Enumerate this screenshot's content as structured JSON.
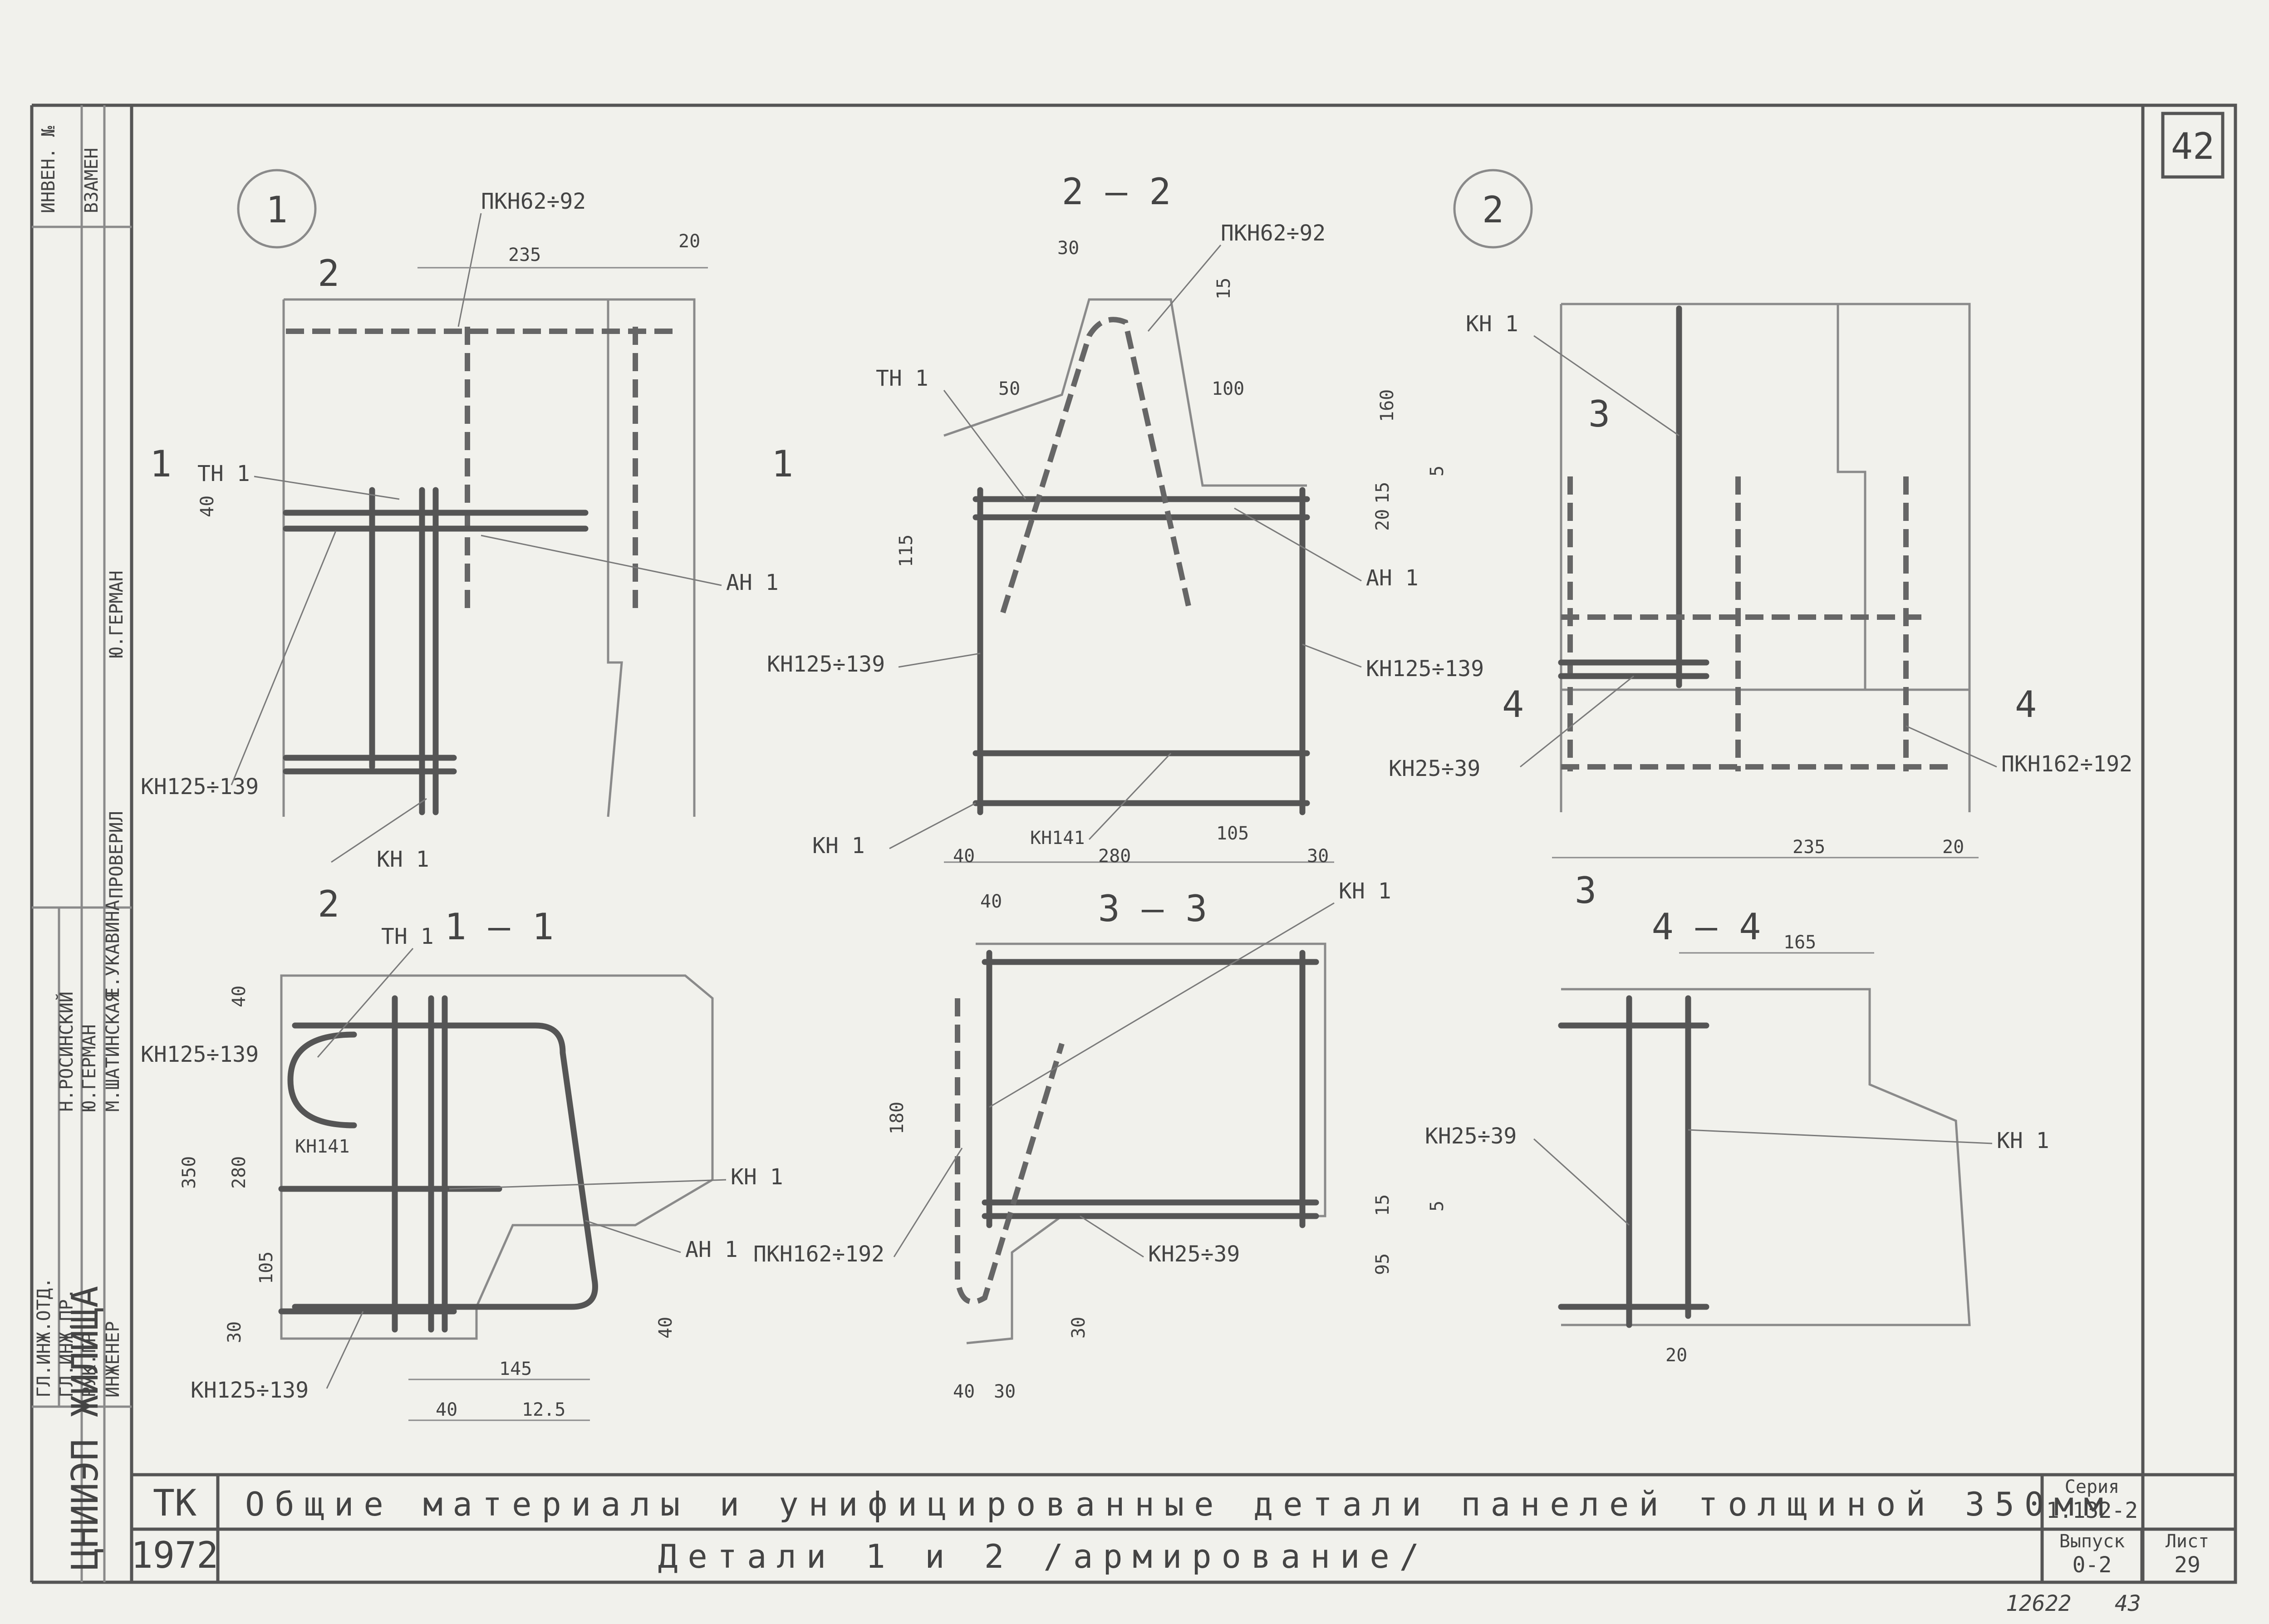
{
  "sheet_number": "42",
  "stamps": {
    "inventory": "ИНВЕН. №",
    "replace": "ВЗАМЕН",
    "org": "ЦНИИЭП ЖИЛИЩА",
    "checked": "ПРОВЕРИЛ",
    "checker_name": "Ю.ГЕРМАН",
    "roles": [
      "ГЛ.ИНЖ.ОТД.",
      "ГЛ.ИНЖ.ПР.",
      "РУК.ГР.",
      "ИНЖЕНЕР"
    ],
    "names": [
      "Н.РОСИНСКИЙ",
      "Ю.ГЕРМАН",
      "М.ШАТИНСКАЯ",
      "Е.УКАВИНА"
    ]
  },
  "views": {
    "d1": "1",
    "d2": "2",
    "s11": "1 — 1",
    "s22": "2 — 2",
    "s33": "3 — 3",
    "s44": "4 — 4"
  },
  "labels": {
    "pkn62": "ПКН62÷92",
    "pkn162": "ПКН162÷192",
    "tn1": "ТН 1",
    "an1": "АН 1",
    "kn1": "КН 1",
    "kn125": "КН125÷139",
    "kn25": "КН25÷39",
    "kn141": "КН141",
    "cut1": "1",
    "cut2": "2",
    "cut3": "3",
    "cut4": "4"
  },
  "dims": {
    "d235": "235",
    "d20": "20",
    "d40": "40",
    "d30": "30",
    "d15": "15",
    "d5": "5",
    "d50": "50",
    "d100": "100",
    "d160": "160",
    "d115": "115",
    "d280": "280",
    "d105": "105",
    "d350": "350",
    "d145": "145",
    "d125": "12.5",
    "d180": "180",
    "d95": "95",
    "d165": "165"
  },
  "title_block": {
    "code": "ТК",
    "year": "1972",
    "title": "Общие материалы и унифицированные детали панелей толщиной 350мм",
    "subtitle": "Детали 1 и 2 /армирование/",
    "series_label": "Серия",
    "series": "1.132-2",
    "issue_label": "Выпуск",
    "issue": "0-2",
    "sheet_label": "Лист",
    "sheet": "29"
  },
  "handwritten": [
    "12622",
    "43"
  ]
}
